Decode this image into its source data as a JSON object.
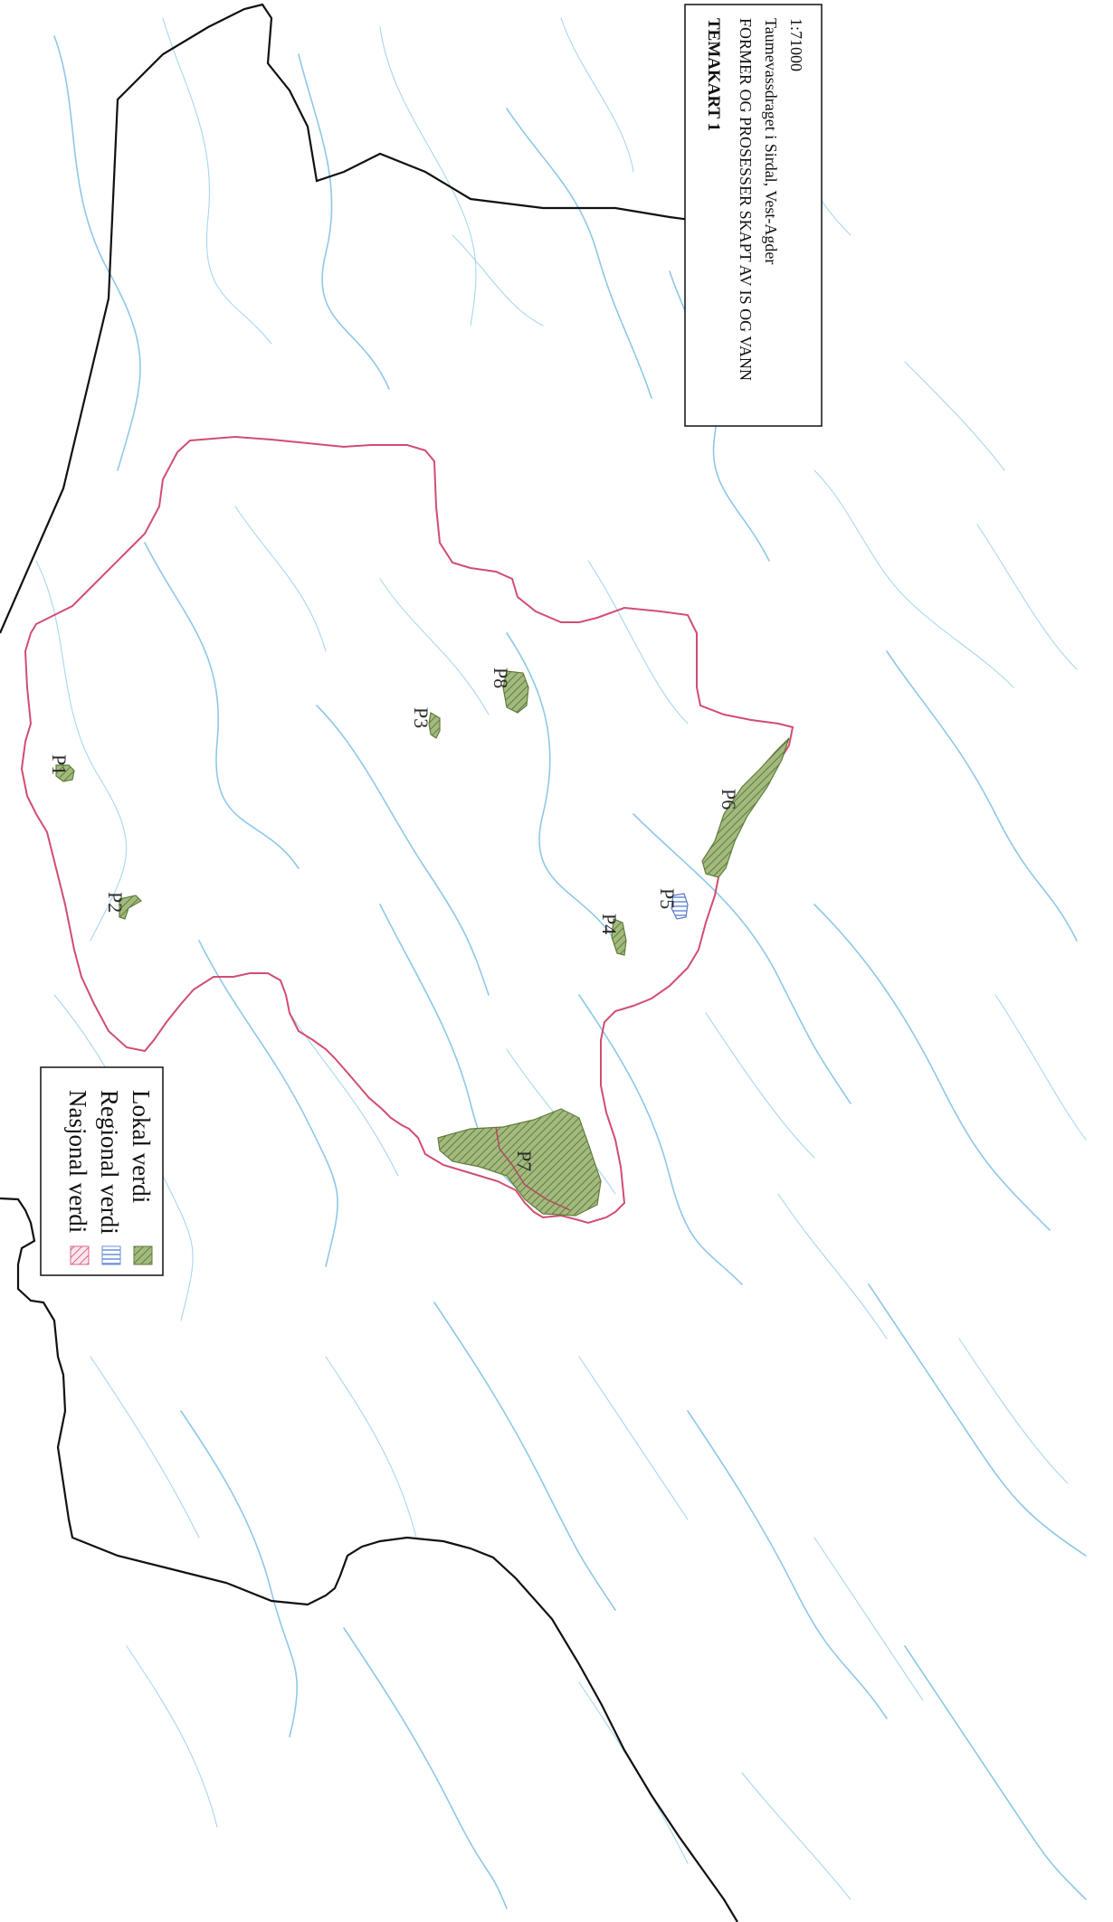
{
  "title_box": {
    "heading": "TEMAKART 1",
    "subtitle": "FORMER OG PROSESSER SKAPT AV IS OG VANN",
    "location": "Taumevassdraget i Sirdal, Vest-Agder",
    "scale": "1:71000"
  },
  "legend": {
    "items": [
      {
        "label": "Nasjonal verdi",
        "pattern": "red-diagonal-hatch",
        "color": "#d9678a"
      },
      {
        "label": "Regional verdi",
        "pattern": "blue-horizontal-lines",
        "color": "#6a8fd6"
      },
      {
        "label": "Lokal verdi",
        "pattern": "green-fill",
        "color": "#7f9a52"
      }
    ]
  },
  "areas": [
    {
      "label": "P1",
      "value_class": "Lokal verdi"
    },
    {
      "label": "P2",
      "value_class": "Lokal verdi"
    },
    {
      "label": "P3",
      "value_class": "Lokal verdi"
    },
    {
      "label": "P4",
      "value_class": "Lokal verdi"
    },
    {
      "label": "P5",
      "value_class": "Regional verdi"
    },
    {
      "label": "P6",
      "value_class": "Lokal verdi"
    },
    {
      "label": "P7",
      "value_class": "Lokal verdi"
    },
    {
      "label": "P8",
      "value_class": "Lokal verdi"
    }
  ],
  "colors": {
    "catchment_boundary": "#d14d72",
    "municipality_border": "#000000",
    "streams": "#8ec8e8",
    "lokal_fill": "#8aa760",
    "regional_stroke": "#5577cc"
  }
}
